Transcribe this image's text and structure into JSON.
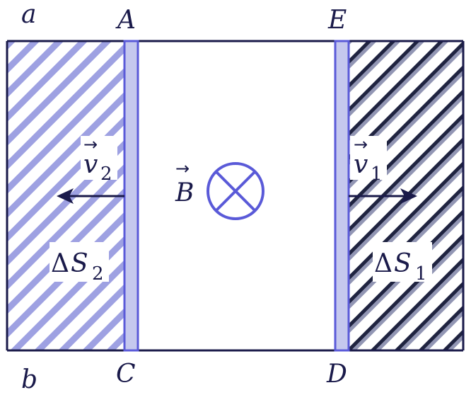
{
  "rail_labels": {
    "top": "a",
    "bottom": "b"
  },
  "bar_left": {
    "top_label": "A",
    "bottom_label": "C"
  },
  "bar_right": {
    "top_label": "E",
    "bottom_label": "D"
  },
  "field": {
    "symbol": "B",
    "arrow": "→",
    "direction": "into-page-cross"
  },
  "velocity_left": {
    "symbol": "v",
    "subscript": "2",
    "arrow": "→"
  },
  "velocity_right": {
    "symbol": "v",
    "subscript": "1",
    "arrow": "→"
  },
  "area_left": {
    "delta": "Δ",
    "symbol": "S",
    "subscript": "2"
  },
  "area_right": {
    "delta": "Δ",
    "symbol": "S",
    "subscript": "1"
  },
  "colors": {
    "outline": "#1a1a4a",
    "bar_fill": "#c5c8ee",
    "bar_stroke": "#5a5ad8",
    "hatch_left": "#8c8fdc",
    "hatch_right": "#6a6f8e",
    "field_circle": "#5a5ad8"
  }
}
